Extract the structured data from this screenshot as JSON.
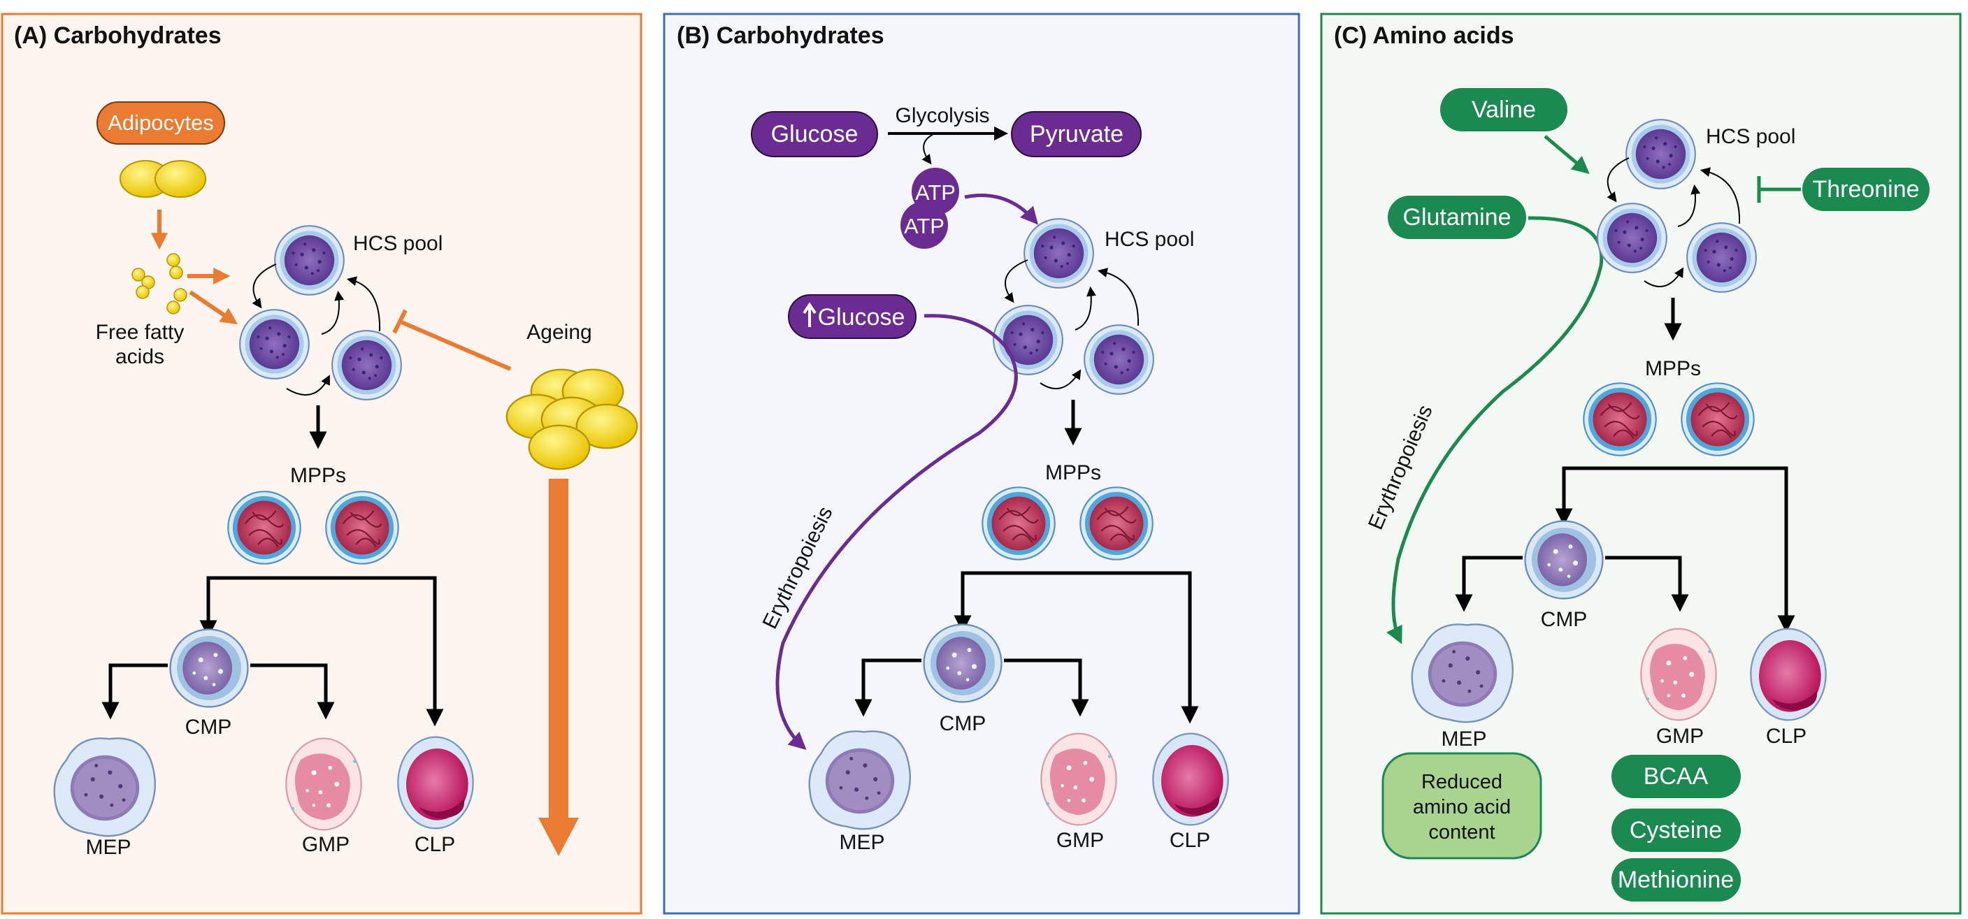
{
  "panels": {
    "a": {
      "title": "(A) Carbohydrates",
      "adipocytes": "Adipocytes",
      "free_fatty_acids": [
        "Free fatty",
        "acids"
      ],
      "hcs_pool": "HCS pool",
      "ageing": "Ageing",
      "mpps": "MPPs",
      "cmp": "CMP",
      "mep": "MEP",
      "gmp": "GMP",
      "clp": "CLP"
    },
    "b": {
      "title": "(B) Carbohydrates",
      "glucose": "Glucose",
      "glycolysis": "Glycolysis",
      "pyruvate": "Pyruvate",
      "atp": "ATP",
      "hcs_pool": "HCS pool",
      "glucose_up": "Glucose",
      "erythropoiesis": "Erythropoiesis",
      "mpps": "MPPs",
      "cmp": "CMP",
      "mep": "MEP",
      "gmp": "GMP",
      "clp": "CLP"
    },
    "c": {
      "title": "(C) Amino acids",
      "valine": "Valine",
      "hcs_pool": "HCS pool",
      "threonine": "Threonine",
      "glutamine": "Glutamine",
      "erythropoiesis": "Erythropoiesis",
      "mpps": "MPPs",
      "cmp": "CMP",
      "mep": "MEP",
      "gmp": "GMP",
      "clp": "CLP",
      "reduced": [
        "Reduced",
        "amino acid",
        "content"
      ],
      "bcaa": "BCAA",
      "cysteine": "Cysteine",
      "methionine": "Methionine"
    }
  },
  "colors": {
    "orange": "#EA7B30",
    "purple": "#6A2C91",
    "green": "#1A8A50",
    "panel_a_bg": "#FDF5F0",
    "panel_b_bg": "#F4F6FB",
    "panel_c_bg": "#F4F8F3"
  }
}
